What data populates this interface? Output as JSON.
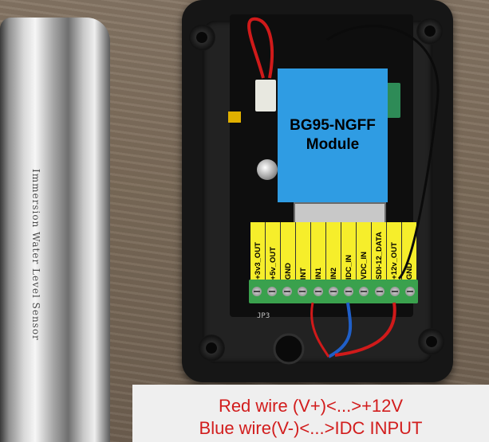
{
  "photo": {
    "sensor_engraving": "Immersion Water Level Sensor"
  },
  "board": {
    "module_label_line1": "BG95-NGFF",
    "module_label_line2": "Module",
    "board_code": "JP3",
    "pin_labels": [
      "+3v3_OUT",
      "+5v_OUT",
      "GND",
      "INT",
      "IN1",
      "IN2",
      "IDC_IN",
      "VDC_IN",
      "SDI-12_DATA",
      "+12v_OUT",
      "GND"
    ]
  },
  "caption": {
    "line1": "Red wire (V+)<...>+12V",
    "line2": "Blue wire(V-)<...>IDC  INPUT"
  },
  "colors": {
    "module_blue": "#2f9ce3",
    "label_yellow": "#f6ee2b",
    "terminal_green": "#3aa14d",
    "caption_red": "#d21d1d",
    "wire_red": "#d01a1a",
    "wire_blue": "#1f5fc8"
  }
}
